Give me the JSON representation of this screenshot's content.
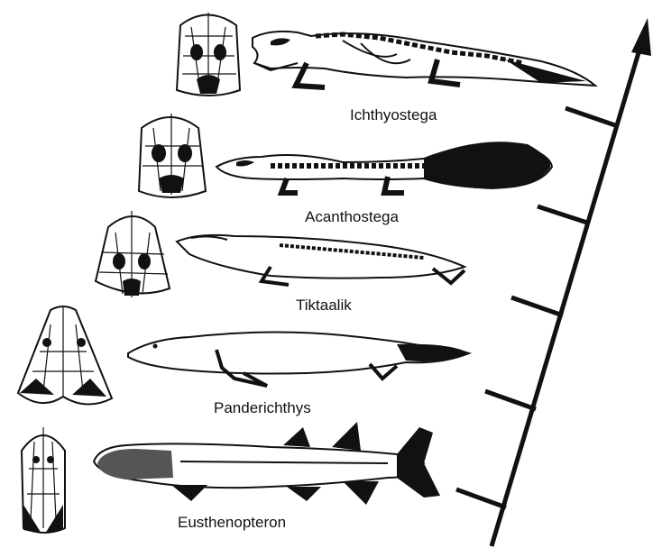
{
  "taxa": [
    {
      "id": "ichthyostega",
      "name": "Ichthyostega"
    },
    {
      "id": "acanthostega",
      "name": "Acanthostega"
    },
    {
      "id": "tiktaalik",
      "name": "Tiktaalik"
    },
    {
      "id": "panderichthys",
      "name": "Panderichthys"
    },
    {
      "id": "eusthenopteron",
      "name": "Eusthenopteron"
    }
  ],
  "colors": {
    "ink": "#111111",
    "paper": "#ffffff",
    "shade": "#555555"
  }
}
